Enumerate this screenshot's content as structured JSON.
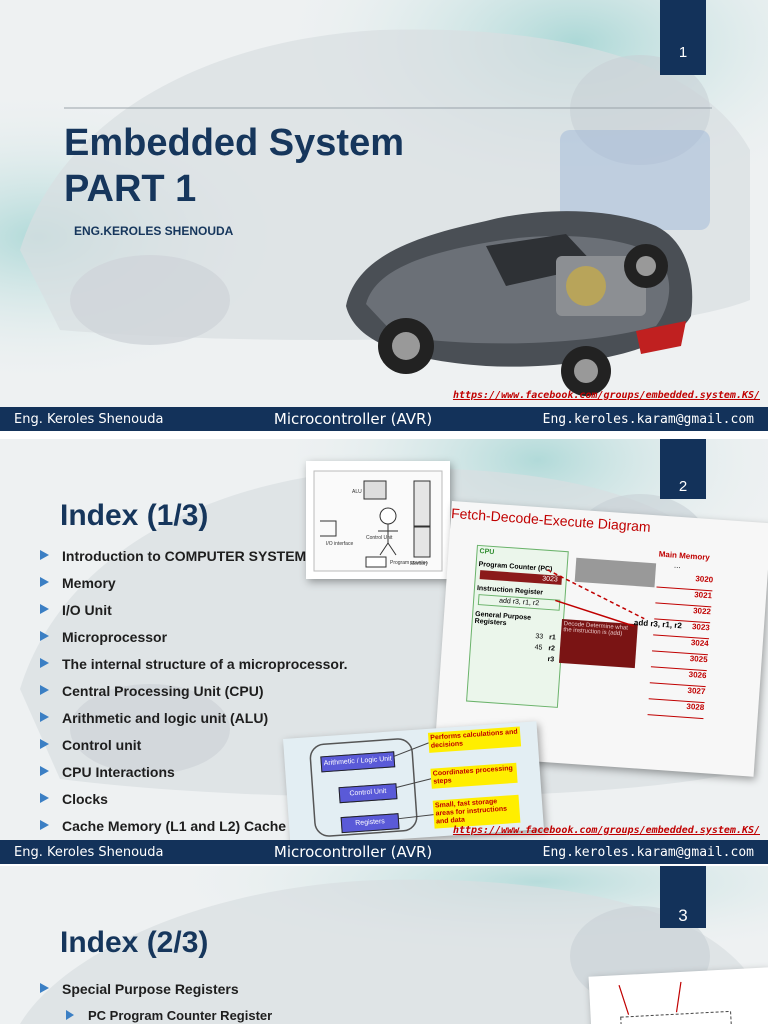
{
  "footer": {
    "author": "Eng. Keroles Shenouda",
    "course": "Microcontroller (AVR)",
    "email": "Eng.keroles.karam@gmail.com"
  },
  "facebook_link": "https://www.facebook.com/groups/embedded.system.KS/",
  "slide1": {
    "number": "1",
    "title_line1": "Embedded System",
    "title_line2": "PART 1",
    "subtitle": "ENG.KEROLES SHENOUDA"
  },
  "slide2": {
    "number": "2",
    "title": "Index (1/3)",
    "items": [
      "Introduction to COMPUTER SYSTEM",
      "Memory",
      "I/O Unit",
      "Microprocessor",
      "The internal structure of a microprocessor.",
      "Central Processing Unit (CPU)",
      "Arithmetic and logic unit (ALU)",
      "Control unit",
      "CPU Interactions",
      "Clocks",
      "Cache Memory (L1 and L2) Cache"
    ],
    "fde": {
      "title": "Fetch-Decode-Execute Diagram",
      "cpu": "CPU",
      "pc": "Program Counter (PC)",
      "pc_value": "3023",
      "ir": "Instruction Register",
      "ir_value": "add r3, r1, r2",
      "gpr": "General Purpose Registers",
      "reg_values": [
        "33",
        "45",
        ""
      ],
      "reg_names": [
        "r1",
        "r2",
        "r3"
      ],
      "main_memory": "Main Memory",
      "dots": "...",
      "addresses": [
        "3020",
        "3021",
        "3022",
        "3023",
        "3024",
        "3025",
        "3026",
        "3027",
        "3028"
      ],
      "mem_instr": "add r3, r1, r2",
      "decode_text": "Decode Determine what the instruction is (add)"
    },
    "cpu_units": {
      "alu": "Arithmetic / Logic Unit",
      "cu": "Control Unit",
      "reg": "Registers",
      "alu_note": "Performs calculations and decisions",
      "cu_note": "Coordinates processing steps",
      "reg_note": "Small, fast storage areas for instructions and data"
    },
    "arch": {
      "io": "I/O interface",
      "alu": "ALU",
      "cu": "Control Unit",
      "mem": "Memory",
      "pc": "Program counter"
    }
  },
  "slide3": {
    "number": "3",
    "title": "Index (2/3)",
    "items": [
      "Special Purpose Registers"
    ],
    "subitems": [
      "PC Program Counter Register"
    ]
  },
  "colors": {
    "navy": "#13325a",
    "title": "#16365c",
    "link": "#c00000",
    "bullet": "#3b7fc4"
  }
}
